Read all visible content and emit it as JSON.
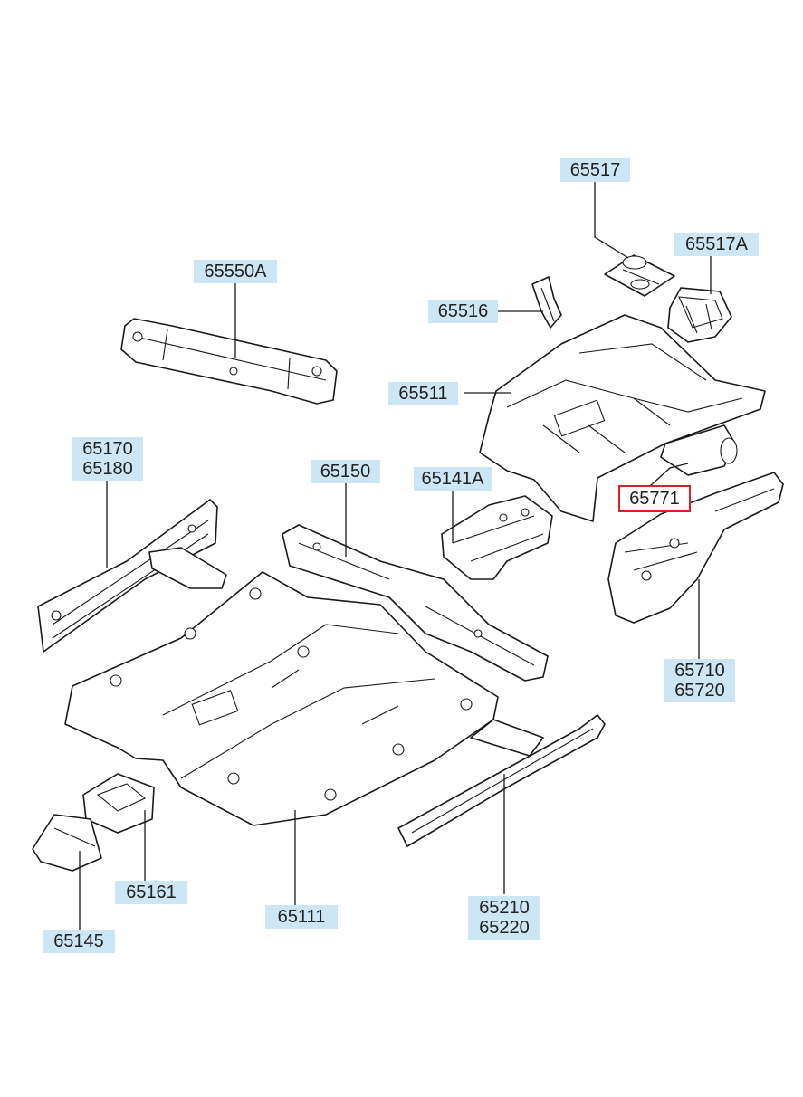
{
  "labels": {
    "p65517": "65517",
    "p65517A": "65517A",
    "p65550A": "65550A",
    "p65516": "65516",
    "p65511": "65511",
    "p65771": "65771",
    "p65170": "65170",
    "p65180": "65180",
    "p65150": "65150",
    "p65141A": "65141A",
    "p65710": "65710",
    "p65720": "65720",
    "p65161": "65161",
    "p65111": "65111",
    "p65145": "65145",
    "p65210": "65210",
    "p65220": "65220"
  },
  "highlight_color": "#e02020",
  "label_bg_color": "#cde6f6"
}
